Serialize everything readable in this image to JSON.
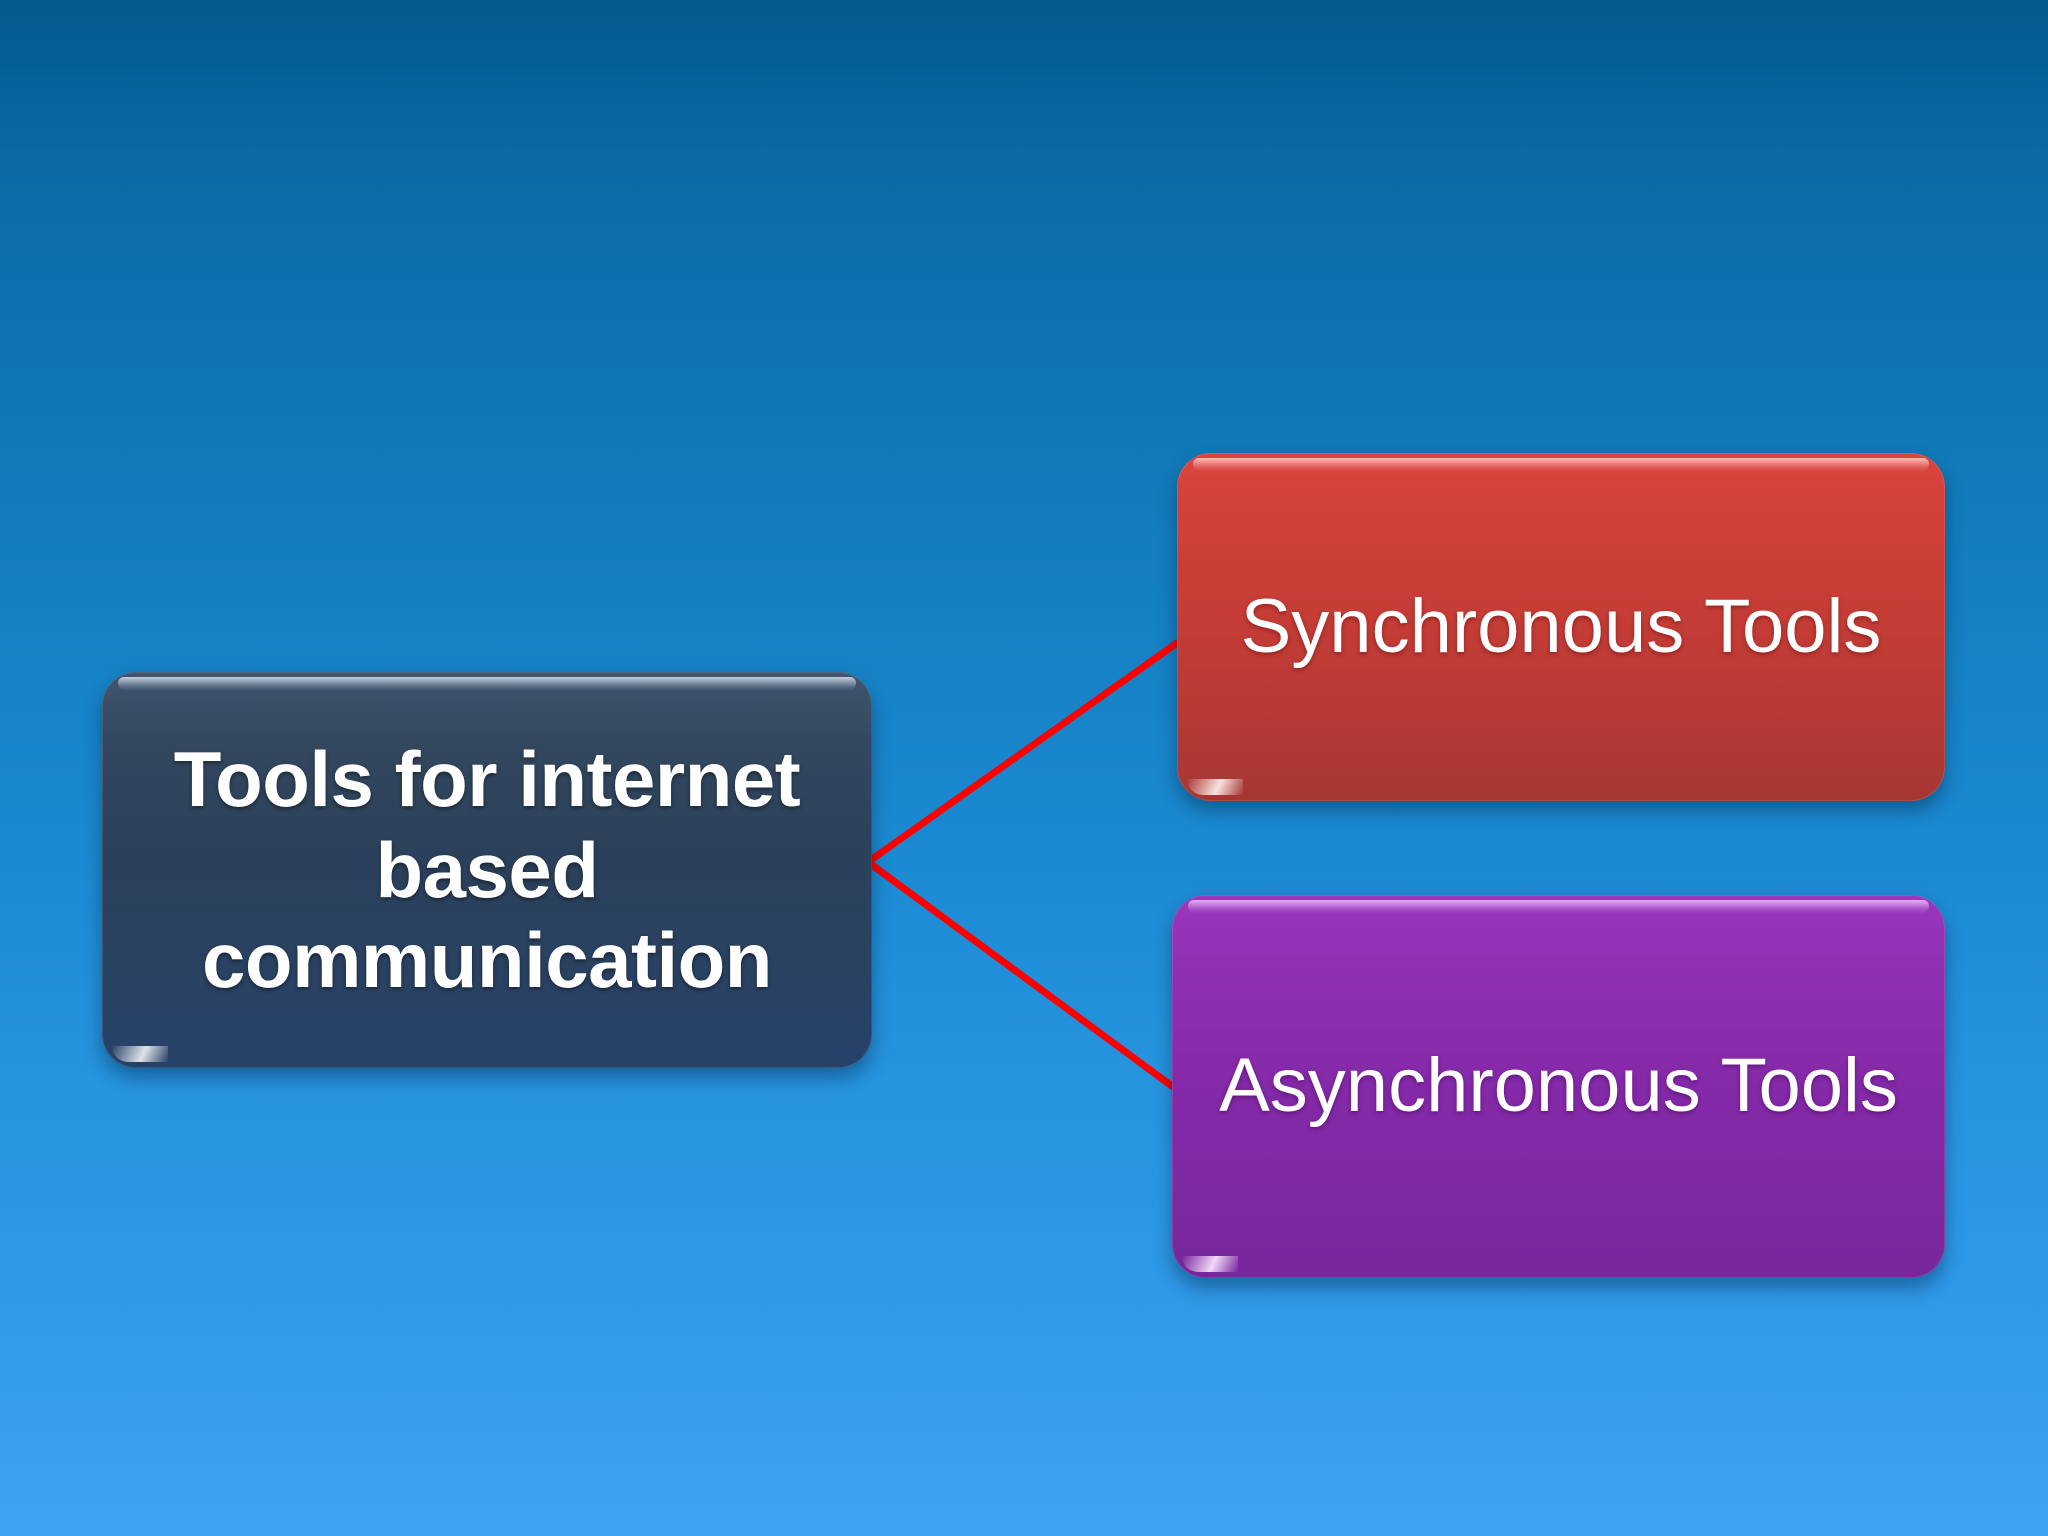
{
  "slide": {
    "background": {
      "gradient_top": "#03598e",
      "gradient_bottom": "#3ea3f2"
    },
    "connector_color": "#ff0000"
  },
  "diagram": {
    "type": "hierarchy",
    "root": {
      "id": "tools-for-internet-based-communication",
      "label": "Tools for internet based communication",
      "fill": "#2b405a",
      "text_color": "#ffffff",
      "bold": true
    },
    "children": [
      {
        "id": "synchronous-tools",
        "label": "Synchronous Tools",
        "fill": "#c33c36",
        "text_color": "#ffffff",
        "bold": false
      },
      {
        "id": "asynchronous-tools",
        "label": "Asynchronous Tools",
        "fill": "#8429a8",
        "text_color": "#ffffff",
        "bold": false
      }
    ]
  }
}
